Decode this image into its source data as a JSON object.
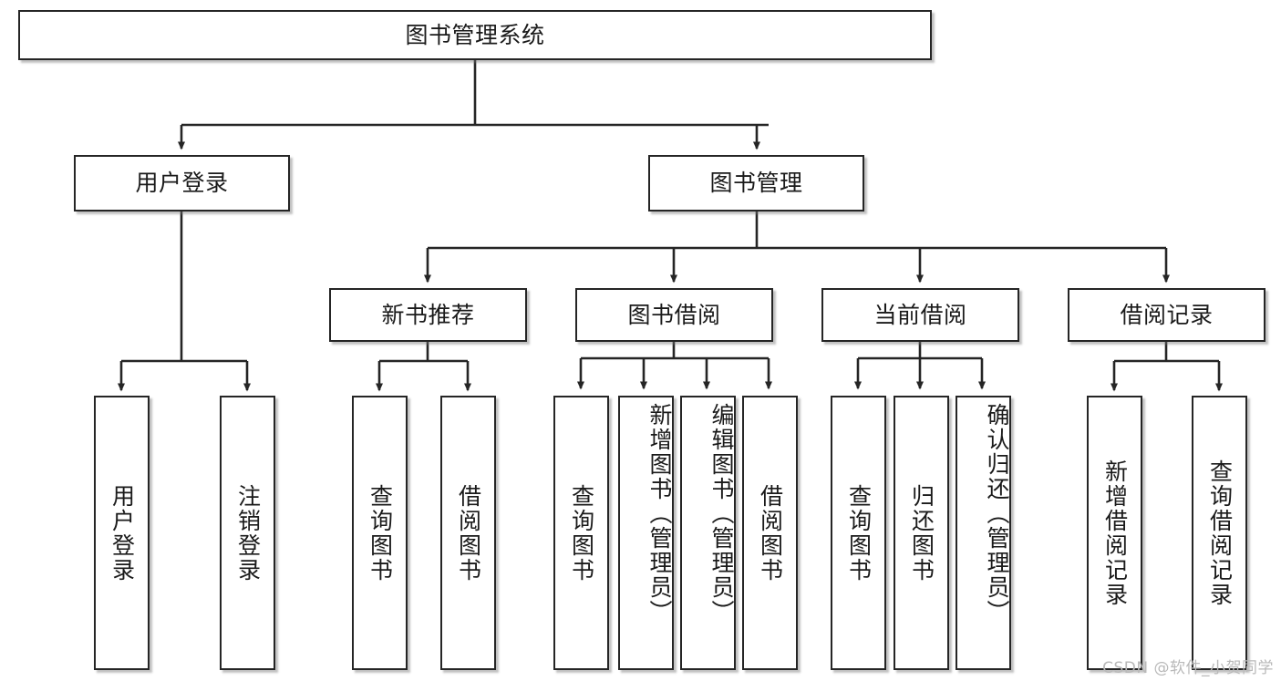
{
  "diagram": {
    "type": "tree-hierarchy-chart",
    "title": "图书管理系统",
    "root": {
      "id": "root",
      "label": "图书管理系统",
      "orientation": "horizontal"
    },
    "level2": [
      {
        "id": "user-login",
        "label": "用户登录",
        "orientation": "horizontal"
      },
      {
        "id": "book-management",
        "label": "图书管理",
        "orientation": "horizontal"
      }
    ],
    "level3": [
      {
        "id": "new-book-recommend",
        "label": "新书推荐",
        "orientation": "horizontal",
        "parent": "book-management"
      },
      {
        "id": "book-borrow",
        "label": "图书借阅",
        "orientation": "horizontal",
        "parent": "book-management"
      },
      {
        "id": "current-borrow",
        "label": "当前借阅",
        "orientation": "horizontal",
        "parent": "book-management"
      },
      {
        "id": "borrow-record",
        "label": "借阅记录",
        "orientation": "horizontal",
        "parent": "book-management"
      }
    ],
    "leaves": [
      {
        "id": "leaf-user-login",
        "label": "用户登录",
        "orientation": "vertical",
        "parent": "user-login"
      },
      {
        "id": "leaf-user-logout",
        "label": "注销登录",
        "orientation": "vertical",
        "parent": "user-login"
      },
      {
        "id": "leaf-query-book-1",
        "label": "查询图书",
        "orientation": "vertical",
        "parent": "new-book-recommend"
      },
      {
        "id": "leaf-borrow-book-1",
        "label": "借阅图书",
        "orientation": "vertical",
        "parent": "new-book-recommend"
      },
      {
        "id": "leaf-query-book-2",
        "label": "查询图书",
        "orientation": "vertical",
        "parent": "book-borrow"
      },
      {
        "id": "leaf-add-book-admin",
        "label": "新增图书（管理员）",
        "orientation": "vertical",
        "parent": "book-borrow"
      },
      {
        "id": "leaf-edit-book-admin",
        "label": "编辑图书（管理员）",
        "orientation": "vertical",
        "parent": "book-borrow"
      },
      {
        "id": "leaf-borrow-book-2",
        "label": "借阅图书",
        "orientation": "vertical",
        "parent": "book-borrow"
      },
      {
        "id": "leaf-query-book-3",
        "label": "查询图书",
        "orientation": "vertical",
        "parent": "current-borrow"
      },
      {
        "id": "leaf-return-book",
        "label": "归还图书",
        "orientation": "vertical",
        "parent": "current-borrow"
      },
      {
        "id": "leaf-confirm-return-admin",
        "label": "确认归还（管理员）",
        "orientation": "vertical",
        "parent": "current-borrow"
      },
      {
        "id": "leaf-add-borrow-record",
        "label": "新增借阅记录",
        "orientation": "vertical",
        "parent": "borrow-record"
      },
      {
        "id": "leaf-query-borrow-record",
        "label": "查询借阅记录",
        "orientation": "vertical",
        "parent": "borrow-record"
      }
    ],
    "colors": {
      "border": "#252525",
      "background": "#ffffff",
      "text": "#1a1a1a",
      "connector": "#252525",
      "watermark": "#b9b9b9"
    }
  },
  "watermark": {
    "text": "CSDN @软件_小贺同学"
  }
}
